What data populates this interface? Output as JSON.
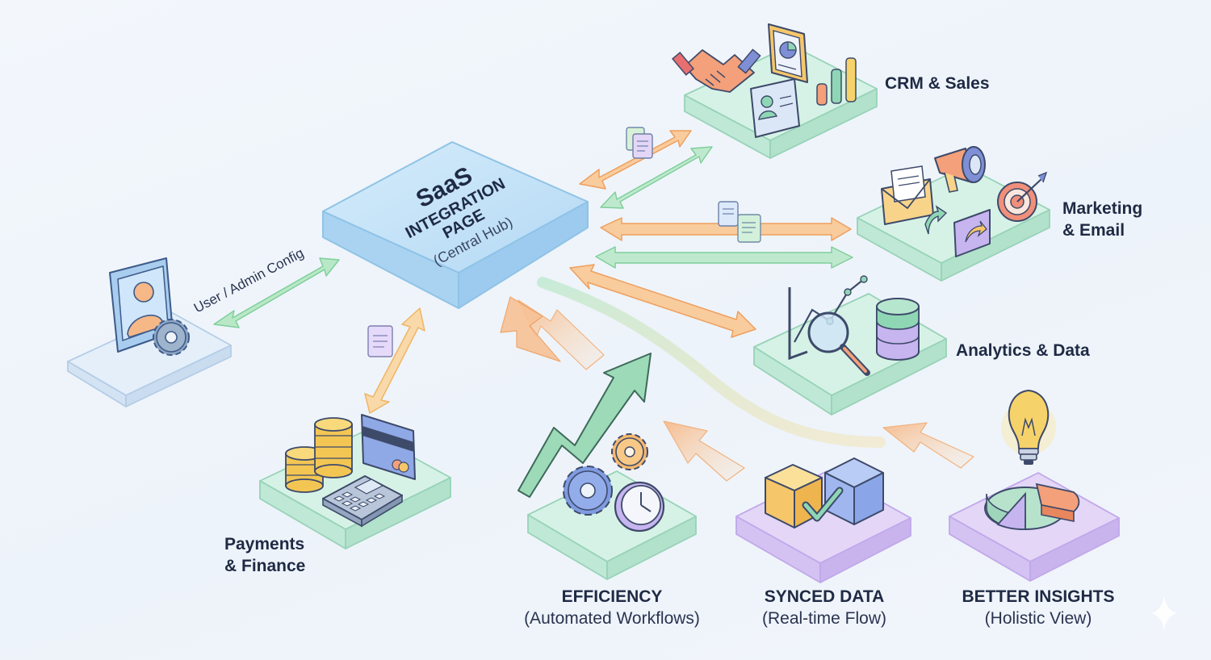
{
  "hub": {
    "title": "SaaS",
    "line2": "INTEGRATION",
    "line3": "PAGE",
    "subtitle": "(Central Hub)"
  },
  "admin": {
    "label": "User / Admin Config"
  },
  "integrations": [
    {
      "id": "crm",
      "label_line1": "CRM & Sales",
      "label_line2": ""
    },
    {
      "id": "marketing",
      "label_line1": "Marketing",
      "label_line2": "& Email"
    },
    {
      "id": "analytics",
      "label_line1": "Analytics & Data",
      "label_line2": ""
    },
    {
      "id": "payments",
      "label_line1": "Payments",
      "label_line2": "& Finance"
    }
  ],
  "outcomes": [
    {
      "id": "efficiency",
      "title": "EFFICIENCY",
      "subtitle": "(Automated Workflows)"
    },
    {
      "id": "synced",
      "title": "SYNCED DATA",
      "subtitle": "(Real-time Flow)"
    },
    {
      "id": "insights",
      "title": "BETTER INSIGHTS",
      "subtitle": "(Holistic View)"
    }
  ],
  "colors": {
    "hub": "#bfe0f7",
    "platform_green": "#cdeee3",
    "platform_purple": "#e3d6f7",
    "platform_blue": "#e2eefa",
    "arrow_orange": "#f7c69a",
    "arrow_green": "#b6e6c4",
    "text": "#1f2a44"
  }
}
